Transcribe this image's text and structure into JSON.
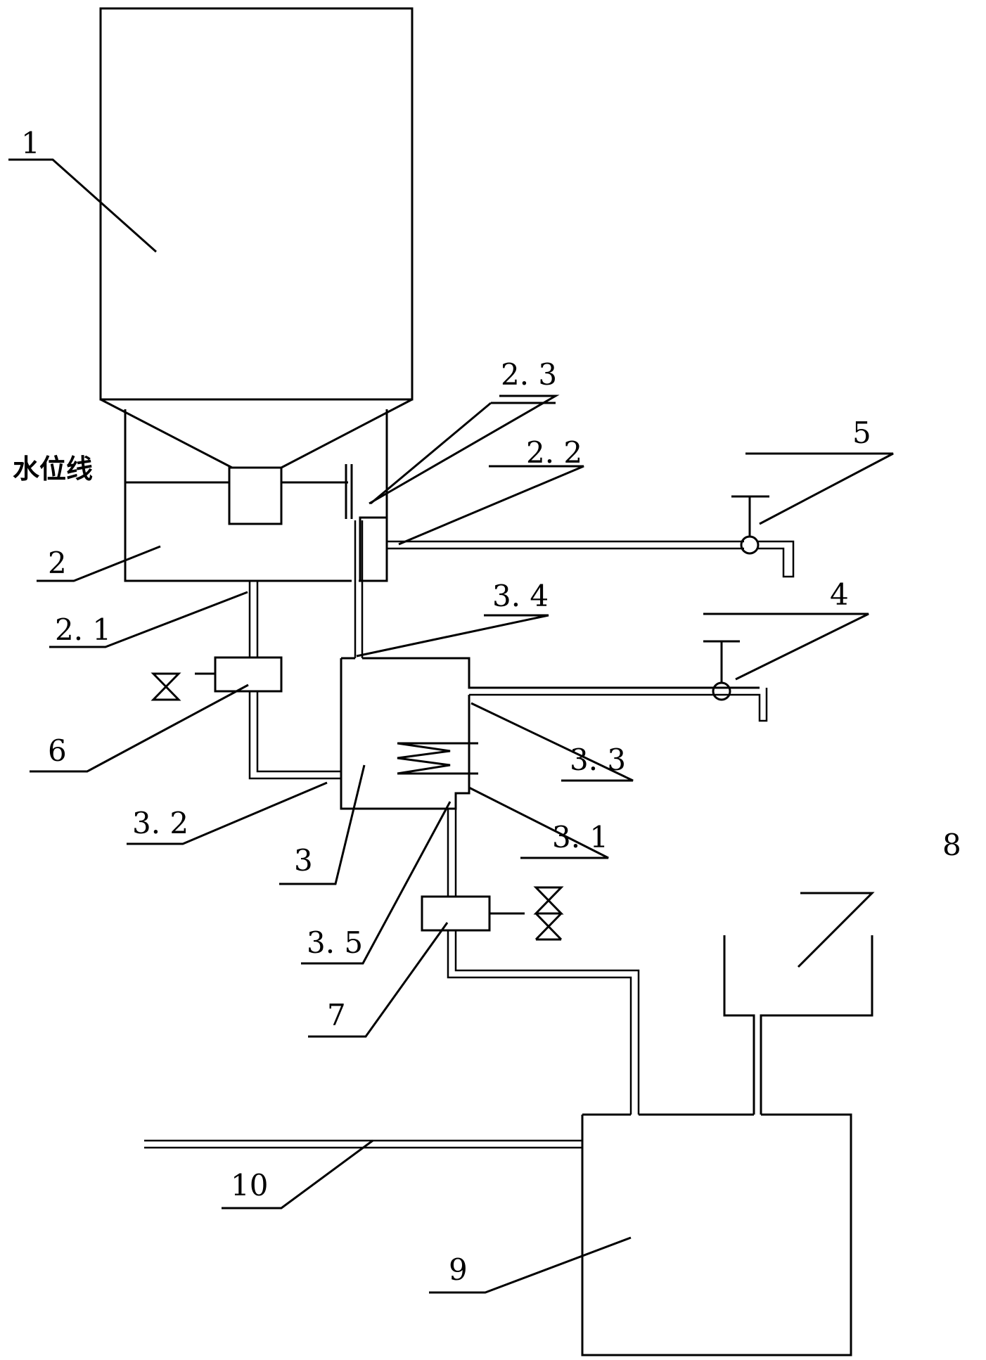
{
  "labels": {
    "l1": "1",
    "l2": "2",
    "l2_1": "2. 1",
    "l2_2": "2. 2",
    "l2_3": "2. 3",
    "l3": "3",
    "l3_1": "3. 1",
    "l3_2": "3. 2",
    "l3_3": "3. 3",
    "l3_4": "3. 4",
    "l3_5": "3. 5",
    "l4": "4",
    "l5": "5",
    "l6": "6",
    "l7": "7",
    "l8": "8",
    "l9": "9",
    "l10": "10",
    "water_level": "水位线"
  },
  "colors": {
    "stroke": "#000000",
    "background": "#ffffff"
  }
}
